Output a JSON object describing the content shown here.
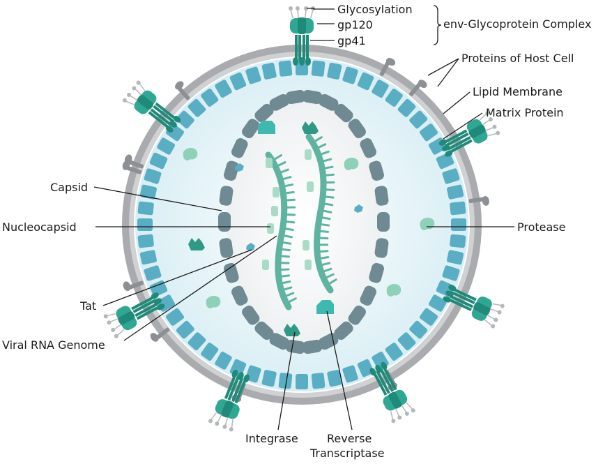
{
  "labels": {
    "glycosylation": "Glycosylation",
    "gp120": "gp120",
    "gp41": "gp41",
    "env_complex": "env-Glycoprotein Complex",
    "host_proteins": "Proteins of Host Cell",
    "lipid_membrane": "Lipid Membrane",
    "matrix_protein": "Matrix Protein",
    "capsid": "Capsid",
    "nucleocapsid": "Nucleocapsid",
    "protease": "Protease",
    "tat": "Tat",
    "viral_rna": "Viral RNA Genome",
    "integrase": "Integrase",
    "reverse_transcriptase_1": "Reverse",
    "reverse_transcriptase_2": "Transcriptase"
  },
  "colors": {
    "membrane_outer": "#a9abae",
    "membrane_inner": "#cfd1d3",
    "matrix_block": "#5aaec4",
    "interior": "#e3f2f6",
    "capsid_segment": "#6f8a93",
    "capsid_interior": "#f4f6f6",
    "env_dark": "#1f8a7a",
    "env_mid": "#2fa893",
    "rna": "#5fb3a1",
    "nucleocapsid_protein": "#a8dcc6",
    "protease": "#8ed0b8",
    "tat": "#5aaec4",
    "reverse_transcriptase": "#3fb9b0",
    "integrase": "#2e9a86",
    "host_protein": "#8c8f93",
    "glycan": "#b4b7ba"
  },
  "icons": [
    "env-glycoprotein-icon",
    "host-protein-icon",
    "protease-icon",
    "integrase-icon",
    "reverse-transcriptase-icon",
    "tat-icon"
  ]
}
